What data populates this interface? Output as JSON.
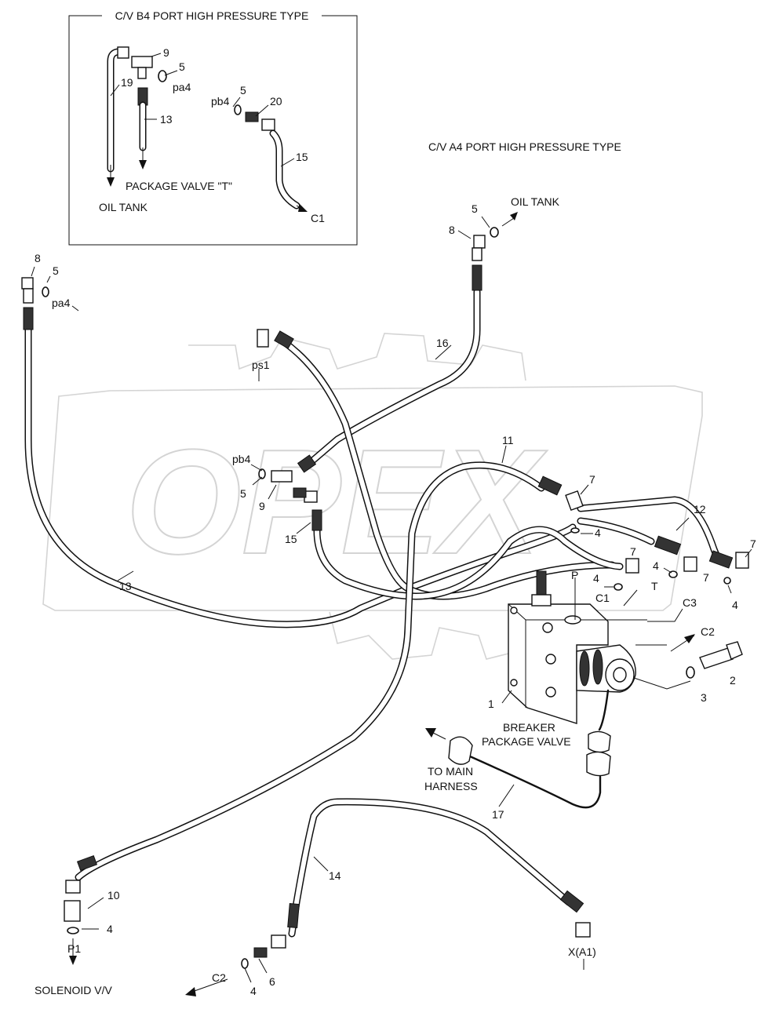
{
  "insert_box": {
    "title": "C/V B4 PORT HIGH PRESSURE TYPE",
    "labels": {
      "n9": "9",
      "n5a": "5",
      "pa4": "pa4",
      "n19": "19",
      "n13": "13",
      "pb4": "pb4",
      "n5b": "5",
      "n20": "20",
      "n15": "15",
      "package_valve_t": "PACKAGE VALVE \"T\"",
      "oil_tank": "OIL TANK",
      "c1": "C1"
    }
  },
  "main_title": "C/V A4 PORT HIGH PRESSURE TYPE",
  "labels": {
    "n5_top": "5",
    "oil_tank": "OIL TANK",
    "n8_top": "8",
    "n8_left": "8",
    "n5_left": "5",
    "pa4_left": "pa4",
    "ps1": "ps1",
    "n16": "16",
    "n11": "11",
    "pb4_mid": "pb4",
    "n5_mid": "5",
    "n9_mid": "9",
    "n15_mid": "15",
    "n7_a": "7",
    "n12": "12",
    "n4_a": "4",
    "n7_b": "7",
    "n7_c": "7",
    "n4_b": "4",
    "n7_d": "7",
    "n4_c": "4",
    "n4_d": "4",
    "p": "P",
    "c1": "C1",
    "t": "T",
    "c3": "C3",
    "n13": "13",
    "c2": "C2",
    "n2": "2",
    "n3": "3",
    "n1": "1",
    "breaker_l1": "BREAKER",
    "breaker_l2": "PACKAGE VALVE",
    "to_main_l1": "TO MAIN",
    "to_main_l2": "HARNESS",
    "n17": "17",
    "n14": "14",
    "n10": "10",
    "n4_e": "4",
    "p1": "P1",
    "solenoid": "SOLENOID V/V",
    "c2_bottom": "C2",
    "n4_f": "4",
    "n6": "6",
    "x_a1": "X(A1)"
  },
  "watermark": "OPEX"
}
